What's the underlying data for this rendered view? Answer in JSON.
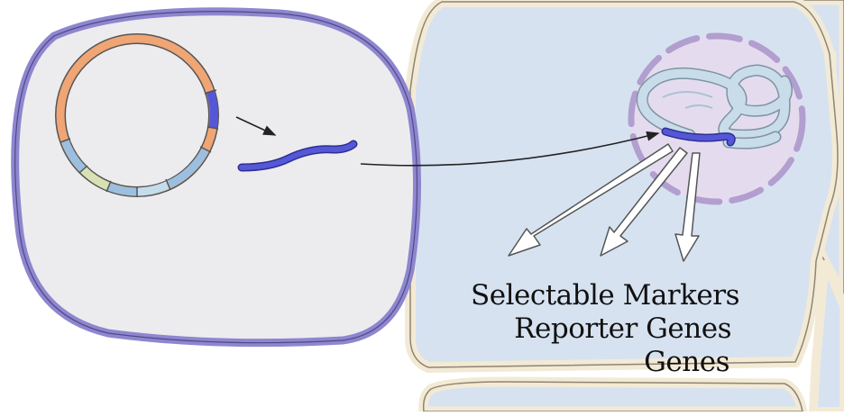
{
  "labels": {
    "items": [
      "Selectable Markers",
      "Reporter Genes",
      "Genes"
    ]
  },
  "colors": {
    "background": "#ffffff",
    "bacterium_fill": "#ececef",
    "bacterium_membrane": "#8e86cf",
    "plant_cell_fill": "#d7e2f1",
    "plant_cell_wall": "#f3ead6",
    "nucleus_fill": "#e4dcee",
    "nuclear_envelope": "#b29ecf",
    "chromatin": "#c8dde9",
    "t_dna": "#5557d8",
    "plasmid_orange": "#f0a574",
    "plasmid_blue": "#9dbfdf",
    "plasmid_green": "#d6e2b4"
  },
  "icons": [
    "plasmid-ring-icon",
    "t-dna-fragment-icon",
    "arrow-icon"
  ]
}
